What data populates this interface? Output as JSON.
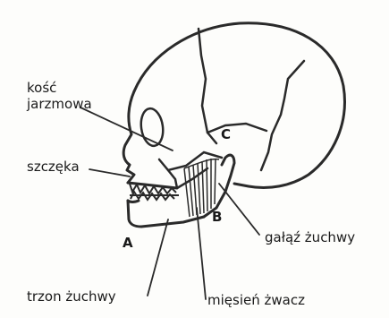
{
  "labels": {
    "kosc_line1": "kość",
    "kosc_line2": "jarzmowa",
    "szczeka": "szczęka",
    "galaz": "gałąź żuchwy",
    "trzon": "trzon żuchwy",
    "miesien": "mięsień żwacz"
  },
  "points": {
    "a": "A",
    "b": "B",
    "c": "C"
  },
  "colors": {
    "ink": "#2a2a2a",
    "paper": "#fdfdfb"
  }
}
